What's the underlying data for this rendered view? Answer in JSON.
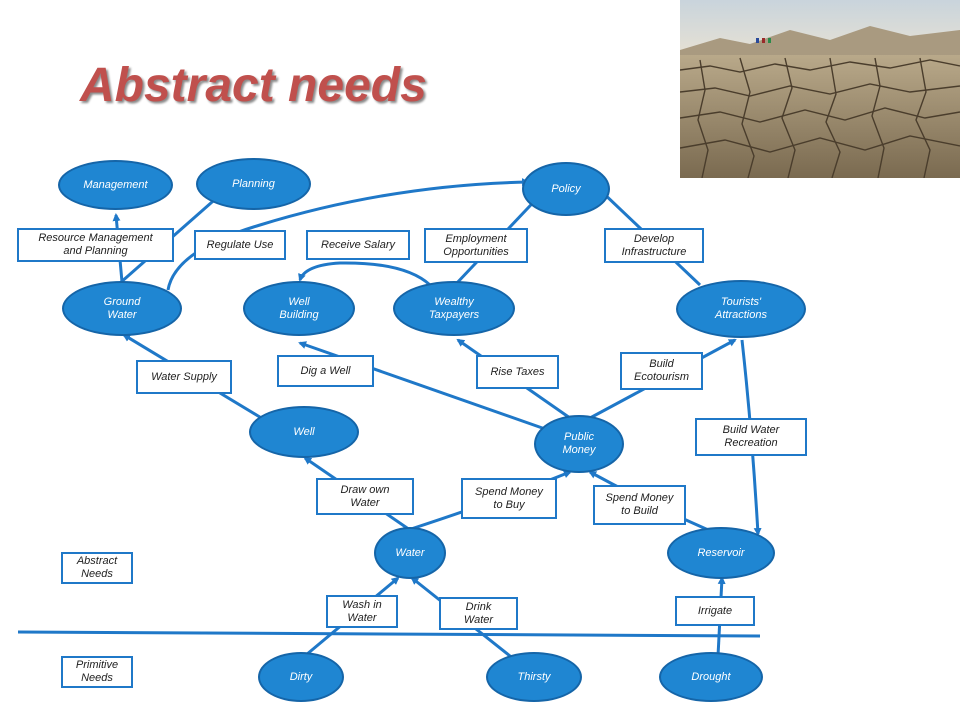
{
  "slide": {
    "title": "Abstract needs"
  },
  "photo": {
    "subject": "cracked dry earth"
  },
  "colors": {
    "title": "#c0504d",
    "node_fill": "#1f86d2",
    "edge": "#1f78c8"
  },
  "nodes": {
    "management": "Management",
    "planning": "Planning",
    "policy": "Policy",
    "ground_water": "Ground\nWater",
    "well_building": "Well\nBuilding",
    "wealthy_taxpayers": "Wealthy\nTaxpayers",
    "tourists_attractions": "Tourists'\nAttractions",
    "well": "Well",
    "public_money": "Public\nMoney",
    "water": "Water",
    "reservoir": "Reservoir",
    "dirty": "Dirty",
    "thirsty": "Thirsty",
    "drought": "Drought"
  },
  "edge_labels": {
    "resource_management": "Resource Management\nand Planning",
    "regulate_use": "Regulate Use",
    "receive_salary": "Receive Salary",
    "employment": "Employment\nOpportunities",
    "develop_infrastructure": "Develop\nInfrastructure",
    "water_supply": "Water Supply",
    "dig_a_well": "Dig a Well",
    "rise_taxes": "Rise Taxes",
    "build_ecotourism": "Build\nEcotourism",
    "build_water_recreation": "Build Water\nRecreation",
    "draw_own_water": "Draw own\nWater",
    "spend_money_buy": "Spend Money\nto Buy",
    "spend_money_build": "Spend Money\nto Build",
    "wash_in_water": "Wash in\nWater",
    "drink_water": "Drink\nWater",
    "irrigate": "Irrigate"
  },
  "legend": {
    "abstract": "Abstract\nNeeds",
    "primitive": "Primitive\nNeeds"
  }
}
